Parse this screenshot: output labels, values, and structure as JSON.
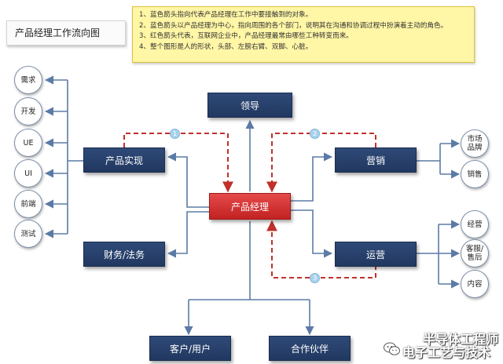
{
  "title": "产品经理工作流向图",
  "notes": [
    "1、蓝色箭头指向代表产品经理在工作中要接触到的对象。",
    "2、蓝色箭头以产品经理为中心，指向周围的各个部门，说明其在沟通和协调过程中扮演着主动的角色。",
    "3、红色箭头代表，互联网企业中，产品经理最常由哪些工种转变而来。",
    "4、整个图形是人的形状，头部、左膀右臂、双脚、心脏。"
  ],
  "nodes": {
    "center": "产品经理",
    "head": "领导",
    "left_arm": "产品实现",
    "right_arm": "营销",
    "left_lower": "财务/法务",
    "right_lower": "运营",
    "left_foot": "客户/用户",
    "right_foot": "合作伙伴"
  },
  "left_circles": [
    "需求",
    "开发",
    "UE",
    "UI",
    "前端",
    "测试"
  ],
  "marketing_circles": [
    "市场\n品牌",
    "销售"
  ],
  "operations_circles": [
    "经营",
    "客服/\n售后",
    "内容"
  ],
  "badges": [
    "1",
    "2",
    "3"
  ],
  "watermark": {
    "line1": "半导体工程师",
    "line2": "电子工艺与技术"
  },
  "colors": {
    "blue_box": "#2a4270",
    "red_box": "#d93434",
    "blue_arrow": "#5b7ba6",
    "red_arrow": "#c0312b",
    "note_bg": "#fff6a6"
  }
}
